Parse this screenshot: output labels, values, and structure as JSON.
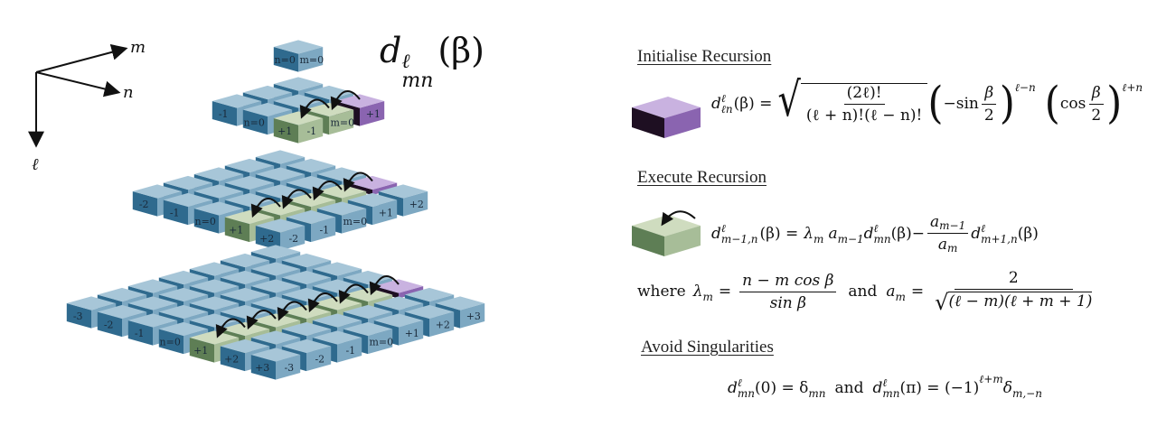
{
  "figure_title": {
    "base": "d",
    "sup": "ℓ",
    "sub": "mn",
    "arg": "(β)"
  },
  "axes": {
    "m_label": "m",
    "n_label": "n",
    "l_label": "ℓ"
  },
  "colors": {
    "blue_top": "#a7c6d8",
    "blue_left": "#2f6a8e",
    "blue_right": "#7da8c2",
    "green_top": "#cfdcbf",
    "green_left": "#5e7e55",
    "green_right": "#a7bd98",
    "purple_top": "#c9b2e0",
    "purple_left": "#1e0f22",
    "purple_right": "#8a64b0",
    "arrow": "#111111"
  },
  "layers": [
    {
      "l": 0,
      "labels": {
        "n": [
          "n=0"
        ],
        "m": [
          "m=0"
        ]
      },
      "special": []
    },
    {
      "l": 1,
      "labels": {
        "n": [
          "-1",
          "n=0",
          "+1"
        ],
        "m": [
          "-1",
          "m=0",
          "+1"
        ]
      },
      "special": [
        {
          "m": 1,
          "n": 1,
          "kind": "purple"
        },
        {
          "m": 0,
          "n": 1,
          "kind": "green"
        },
        {
          "m": -1,
          "n": 1,
          "kind": "green"
        }
      ]
    },
    {
      "l": 2,
      "labels": {
        "n": [
          "-2",
          "-1",
          "n=0",
          "+1",
          "+2"
        ],
        "m": [
          "-2",
          "-1",
          "m=0",
          "+1",
          "+2"
        ]
      },
      "special": [
        {
          "m": 2,
          "n": 1,
          "kind": "purple"
        },
        {
          "m": 1,
          "n": 1,
          "kind": "green"
        },
        {
          "m": 0,
          "n": 1,
          "kind": "green"
        },
        {
          "m": -1,
          "n": 1,
          "kind": "green"
        },
        {
          "m": -2,
          "n": 1,
          "kind": "green"
        }
      ]
    },
    {
      "l": 3,
      "labels": {
        "n": [
          "-3",
          "-2",
          "-1",
          "n=0",
          "+1",
          "+2",
          "+3"
        ],
        "m": [
          "-3",
          "-2",
          "-1",
          "m=0",
          "+1",
          "+2",
          "+3"
        ]
      },
      "special": [
        {
          "m": 3,
          "n": 1,
          "kind": "purple"
        },
        {
          "m": 2,
          "n": 1,
          "kind": "green"
        },
        {
          "m": 1,
          "n": 1,
          "kind": "green"
        },
        {
          "m": 0,
          "n": 1,
          "kind": "green"
        },
        {
          "m": -1,
          "n": 1,
          "kind": "green"
        },
        {
          "m": -2,
          "n": 1,
          "kind": "green"
        },
        {
          "m": -3,
          "n": 1,
          "kind": "green"
        }
      ]
    }
  ],
  "sections": {
    "initialise": {
      "heading": "Initialise Recursion",
      "lhs": "d",
      "lhs_sup": "ℓ",
      "lhs_sub": "ℓn",
      "lhs_arg": "(β) =",
      "sqrt_num": "(2ℓ)!",
      "sqrt_den": "(ℓ + n)!(ℓ − n)!",
      "factor1": "−sin",
      "factor1_num": "β",
      "factor1_den": "2",
      "exp1": "ℓ−n",
      "factor2": "cos",
      "factor2_num": "β",
      "factor2_den": "2",
      "exp2": "ℓ+n"
    },
    "execute": {
      "heading": "Execute Recursion",
      "lhs": "d",
      "lhs_sup": "ℓ",
      "lhs_sub": "m−1,n",
      "lhs_arg": "(β) =",
      "term1": "λ",
      "term1_sub": "m",
      "term1b": "a",
      "term1b_sub": "m−1",
      "term1c": "d",
      "term1c_sup": "ℓ",
      "term1c_sub": "mn",
      "term1c_arg": "(β)−",
      "frac_num": "a",
      "frac_num_sub": "m−1",
      "frac_den": "a",
      "frac_den_sub": "m",
      "term2": "d",
      "term2_sup": "ℓ",
      "term2_sub": "m+1,n",
      "term2_arg": "(β)",
      "where": "where",
      "lambda": "λ",
      "lambda_sub": "m",
      "eq": "=",
      "lambda_num": "n − m cos β",
      "lambda_den": "sin β",
      "and": "and",
      "a": "a",
      "a_sub": "m",
      "a_num": "2",
      "a_den": "(ℓ − m)(ℓ + m + 1)"
    },
    "singularities": {
      "heading": "Avoid Singularities",
      "d1": "d",
      "d1_sup": "ℓ",
      "d1_sub": "mn",
      "d1_arg": "(0) = δ",
      "d1_rhs_sub": "mn",
      "and": "and",
      "d2": "d",
      "d2_sup": "ℓ",
      "d2_sub": "mn",
      "d2_arg": "(π) = (−1)",
      "d2_exp": "ℓ+m",
      "d2_delta": "δ",
      "d2_delta_sub": "m,−n"
    }
  }
}
